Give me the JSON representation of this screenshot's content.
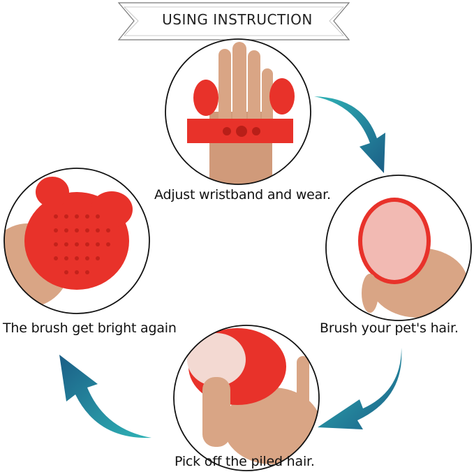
{
  "banner": {
    "title": "USING INSTRUCTION"
  },
  "steps": [
    {
      "caption": "Adjust wristband and wear."
    },
    {
      "caption": "Brush your pet's hair."
    },
    {
      "caption": "Pick off the piled hair."
    },
    {
      "caption": "The brush get bright again"
    }
  ],
  "colors": {
    "brush": "#e8322a",
    "arrow_dark": "#1b5e86",
    "arrow_light": "#2fb3b6",
    "skin": "#d9a585",
    "hair": "#f3d9d2"
  }
}
